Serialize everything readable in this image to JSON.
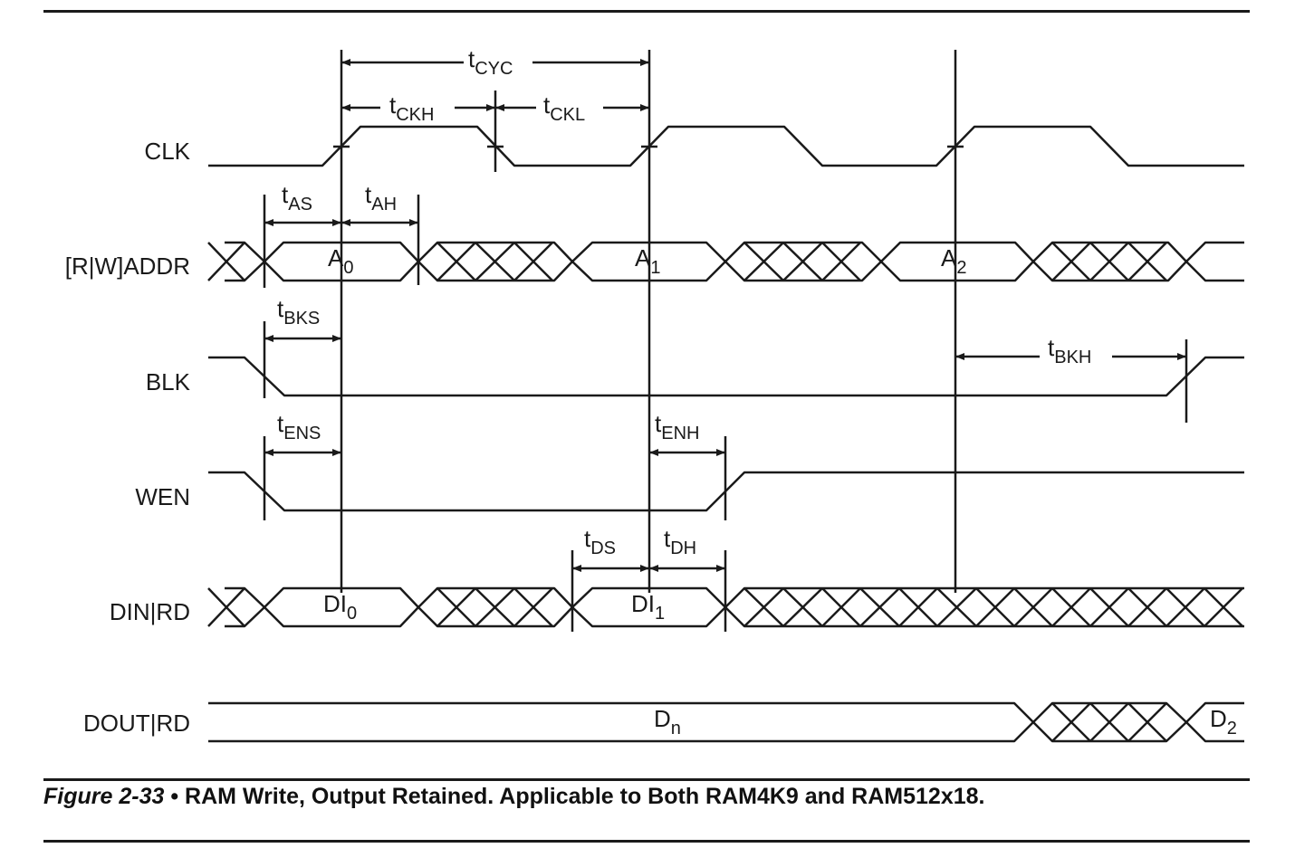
{
  "figure": {
    "number": "Figure 2-33",
    "bullet": "•",
    "title": "RAM Write, Output Retained. Applicable to Both RAM4K9 and RAM512x18."
  },
  "signals": {
    "clk": "CLK",
    "addr": "[R|W]ADDR",
    "blk": "BLK",
    "wen": "WEN",
    "din": "DIN|RD",
    "dout": "DOUT|RD"
  },
  "bus_values": {
    "a0": {
      "main": "A",
      "sub": "0"
    },
    "a1": {
      "main": "A",
      "sub": "1"
    },
    "a2": {
      "main": "A",
      "sub": "2"
    },
    "di0": {
      "main": "DI",
      "sub": "0"
    },
    "di1": {
      "main": "DI",
      "sub": "1"
    },
    "dn": {
      "main": "D",
      "sub": "n"
    },
    "d2": {
      "main": "D",
      "sub": "2"
    }
  },
  "timing": {
    "tcyc": {
      "main": "t",
      "sub": "CYC"
    },
    "tckh": {
      "main": "t",
      "sub": "CKH"
    },
    "tckl": {
      "main": "t",
      "sub": "CKL"
    },
    "tas": {
      "main": "t",
      "sub": "AS"
    },
    "tah": {
      "main": "t",
      "sub": "AH"
    },
    "tbks": {
      "main": "t",
      "sub": "BKS"
    },
    "tbkh": {
      "main": "t",
      "sub": "BKH"
    },
    "tens": {
      "main": "t",
      "sub": "ENS"
    },
    "tenh": {
      "main": "t",
      "sub": "ENH"
    },
    "tds": {
      "main": "t",
      "sub": "DS"
    },
    "tdh": {
      "main": "t",
      "sub": "DH"
    }
  }
}
